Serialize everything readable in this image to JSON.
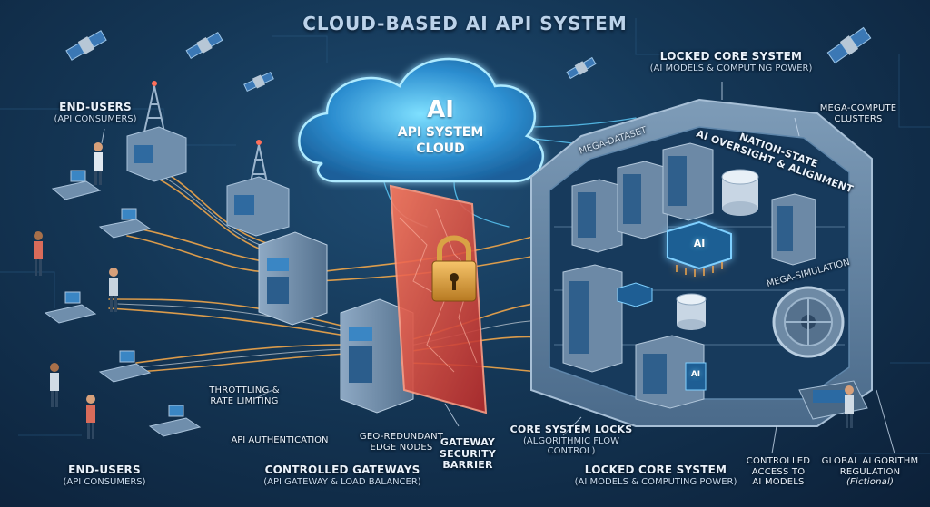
{
  "title": "CLOUD-BASED AI API SYSTEM",
  "cloud": {
    "line1": "AI",
    "line2": "API SYSTEM",
    "line3": "CLOUD"
  },
  "labels": {
    "end_users_top": {
      "heading": "END-USERS",
      "sub": "(API CONSUMERS)"
    },
    "end_users_bottom": {
      "heading": "END-USERS",
      "sub": "(API CONSUMERS)"
    },
    "locked_core_top": {
      "heading": "LOCKED CORE SYSTEM",
      "sub": "(AI MODELS & COMPUTING POWER)"
    },
    "locked_core_bottom": {
      "heading": "LOCKED CORE SYSTEM",
      "sub": "(AI MODELS & COMPUTING POWER)"
    },
    "mega_compute": {
      "line1": "MEGA-COMPUTE",
      "line2": "CLUSTERS"
    },
    "mega_dataset": "MEGA-DATASET",
    "nation_state": {
      "line1": "NATION-STATE",
      "line2": "AI OVERSIGHT & ALIGNMENT"
    },
    "mega_simulation": "MEGA-SIMULATION",
    "throttling": {
      "line1": "THROTTLING &",
      "line2": "RATE LIMITING"
    },
    "api_auth": "API AUTHENTICATION",
    "geo_edge": {
      "line1": "GEO-REDUNDANT",
      "line2": "EDGE NODES"
    },
    "controlled_gateways": {
      "heading": "CONTROLLED GATEWAYS",
      "sub": "(API GATEWAY & LOAD BALANCER)"
    },
    "gateway_barrier": {
      "line1": "GATEWAY",
      "line2": "SECURITY",
      "line3": "BARRIER"
    },
    "core_locks": {
      "heading": "CORE SYSTEM LOCKS",
      "sub1": "(ALGORITHMIC FLOW",
      "sub2": "CONTROL)"
    },
    "controlled_access": {
      "line1": "CONTROLLED",
      "line2": "ACCESS TO",
      "line3": "AI MODELS"
    },
    "global_regulation": {
      "line1": "GLOBAL ALGORITHM",
      "line2": "REGULATION",
      "line3": "(Fictional)"
    }
  },
  "chip_label": "AI",
  "console_label": "AI",
  "colors": {
    "background": "#143655",
    "cloud_glow": "#5fd0ff",
    "barrier": "#e0493c",
    "lock_gold": "#e7a94b",
    "flow_orange": "#f0a64a",
    "fortress": "#5f7f9e",
    "server_panel": "#3c6d98"
  }
}
